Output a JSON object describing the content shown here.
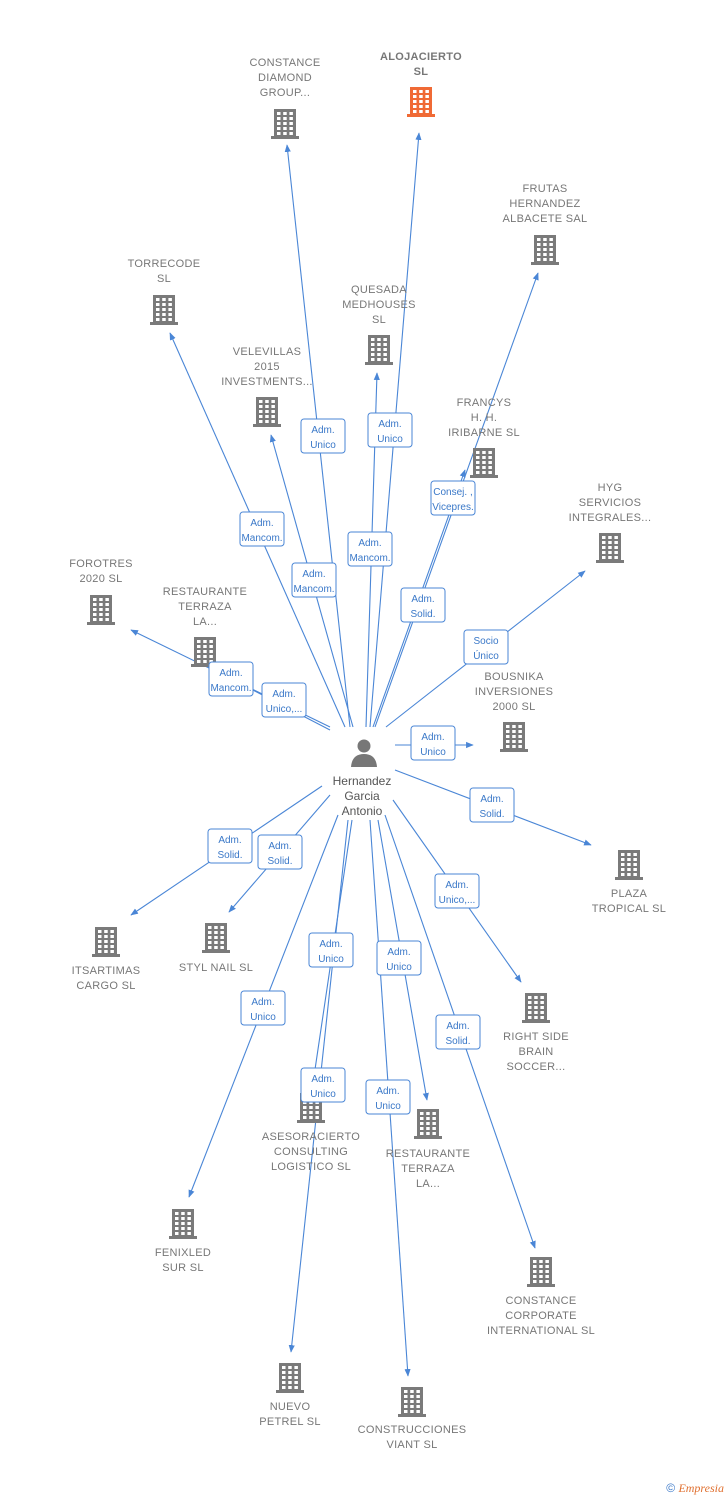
{
  "colors": {
    "edge": "#4a86d6",
    "building": "#7a7a7a",
    "focus_building": "#f06a35",
    "person": "#777777",
    "role_text": "#3a78c8"
  },
  "center": {
    "name_lines": [
      "Hernandez",
      "Garcia",
      "Antonio"
    ],
    "icon": "person-icon"
  },
  "companies": [
    {
      "id": "constance-diamond",
      "label_lines": [
        "CONSTANCE",
        "DIAMOND",
        "GROUP..."
      ],
      "role_lines": [
        "Adm.",
        "Unico"
      ]
    },
    {
      "id": "alojacierto",
      "label_lines": [
        "ALOJACIERTO",
        "SL"
      ],
      "focus": true,
      "role_lines": [
        "Adm.",
        "Unico"
      ]
    },
    {
      "id": "frutas-hernandez",
      "label_lines": [
        "FRUTAS",
        "HERNANDEZ",
        "ALBACETE SAL"
      ],
      "role_lines": [
        "Consej. ,",
        "Vicepres."
      ]
    },
    {
      "id": "torrecode",
      "label_lines": [
        "TORRECODE",
        "SL"
      ],
      "role_lines": [
        "Adm.",
        "Mancom."
      ]
    },
    {
      "id": "quesada",
      "label_lines": [
        "QUESADA",
        "MEDHOUSES",
        "SL"
      ],
      "role_lines": [
        "Adm.",
        "Mancom."
      ]
    },
    {
      "id": "velevillas",
      "label_lines": [
        "VELEVILLAS",
        "2015",
        "INVESTMENTS..."
      ],
      "role_lines": [
        "Adm.",
        "Mancom."
      ]
    },
    {
      "id": "francys",
      "label_lines": [
        "FRANCYS",
        "H. H.",
        "IRIBARNE SL"
      ],
      "role_lines": [
        "Adm.",
        "Solid."
      ]
    },
    {
      "id": "hyg",
      "label_lines": [
        "HYG",
        "SERVICIOS",
        "INTEGRALES..."
      ],
      "role_lines": [
        "Socio",
        "Único"
      ]
    },
    {
      "id": "forotres",
      "label_lines": [
        "FOROTRES",
        "2020  SL"
      ],
      "role_lines": [
        "Adm.",
        "Mancom."
      ]
    },
    {
      "id": "restaurante-terraza-1",
      "label_lines": [
        "RESTAURANTE",
        "TERRAZA",
        "LA..."
      ],
      "role_lines": [
        "Adm.",
        "Unico,..."
      ]
    },
    {
      "id": "bousnika",
      "label_lines": [
        "BOUSNIKA",
        "INVERSIONES",
        "2000  SL"
      ],
      "role_lines": [
        "Adm.",
        "Unico"
      ]
    },
    {
      "id": "plaza-tropical",
      "label_lines": [
        "PLAZA",
        "TROPICAL SL"
      ],
      "role_lines": [
        "Adm.",
        "Solid."
      ]
    },
    {
      "id": "itsartimas",
      "label_lines": [
        "ITSARTIMAS",
        "CARGO  SL"
      ],
      "role_lines": [
        "Adm.",
        "Solid."
      ]
    },
    {
      "id": "styl-nail",
      "label_lines": [
        "STYL NAIL SL"
      ],
      "role_lines": [
        "Adm.",
        "Solid."
      ]
    },
    {
      "id": "right-side",
      "label_lines": [
        "RIGHT SIDE",
        "BRAIN",
        "SOCCER..."
      ],
      "role_lines": [
        "Adm.",
        "Unico,..."
      ]
    },
    {
      "id": "asesoracierto",
      "label_lines": [
        "ASESORACIERTO",
        "CONSULTING",
        "LOGISTICO  SL"
      ],
      "role_lines": [
        "Adm.",
        "Unico"
      ]
    },
    {
      "id": "restaurante-terraza-2",
      "label_lines": [
        "RESTAURANTE",
        "TERRAZA",
        "LA..."
      ],
      "role_lines": [
        "Adm.",
        "Unico"
      ]
    },
    {
      "id": "fenixled",
      "label_lines": [
        "FENIXLED",
        "SUR SL"
      ],
      "role_lines": [
        "Adm.",
        "Unico"
      ]
    },
    {
      "id": "constance-corporate",
      "label_lines": [
        "CONSTANCE",
        "CORPORATE",
        "INTERNATIONAL SL"
      ],
      "role_lines": [
        "Adm.",
        "Solid."
      ]
    },
    {
      "id": "nuevo-petrel",
      "label_lines": [
        "NUEVO",
        "PETREL SL"
      ],
      "role_lines": [
        "Adm.",
        "Unico"
      ]
    },
    {
      "id": "construcciones-viant",
      "label_lines": [
        "CONSTRUCCIONES",
        "VIANT SL"
      ],
      "role_lines": [
        "Adm.",
        "Unico"
      ]
    }
  ],
  "footer": {
    "copyright": "©",
    "brand": "Empresia"
  }
}
